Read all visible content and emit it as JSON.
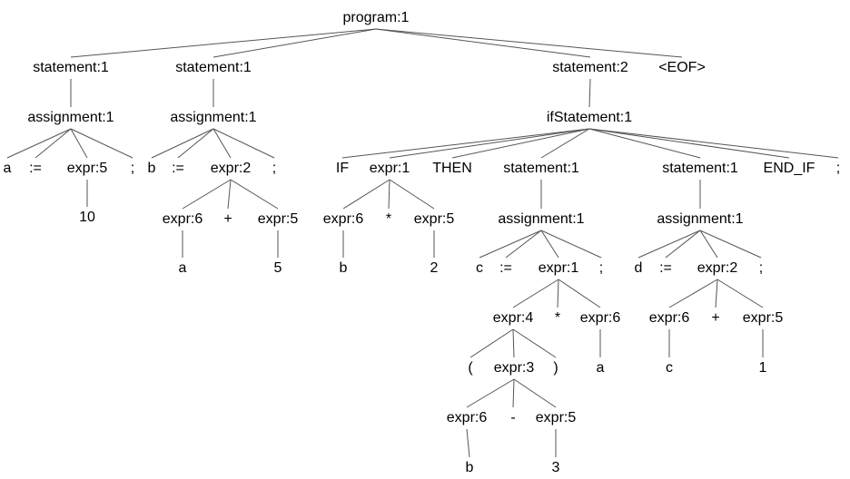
{
  "diagram": {
    "type": "parse-tree",
    "colors": {
      "text": "#000000",
      "edge": "#555555",
      "background": "#ffffff"
    },
    "nodes": [
      {
        "id": "n0",
        "label": "program:1",
        "parent": null
      },
      {
        "id": "n1",
        "label": "statement:1",
        "parent": "n0"
      },
      {
        "id": "n2",
        "label": "statement:1",
        "parent": "n0"
      },
      {
        "id": "n3",
        "label": "statement:2",
        "parent": "n0"
      },
      {
        "id": "n4",
        "label": "<EOF>",
        "parent": "n0"
      },
      {
        "id": "n5",
        "label": "assignment:1",
        "parent": "n1"
      },
      {
        "id": "n6",
        "label": "a",
        "parent": "n5"
      },
      {
        "id": "n7",
        "label": ":=",
        "parent": "n5"
      },
      {
        "id": "n8",
        "label": "expr:5",
        "parent": "n5"
      },
      {
        "id": "n9",
        "label": ";",
        "parent": "n5"
      },
      {
        "id": "n10",
        "label": "10",
        "parent": "n8"
      },
      {
        "id": "n11",
        "label": "assignment:1",
        "parent": "n2"
      },
      {
        "id": "n12",
        "label": "b",
        "parent": "n11"
      },
      {
        "id": "n13",
        "label": ":=",
        "parent": "n11"
      },
      {
        "id": "n14",
        "label": "expr:2",
        "parent": "n11"
      },
      {
        "id": "n15",
        "label": ";",
        "parent": "n11"
      },
      {
        "id": "n16",
        "label": "expr:6",
        "parent": "n14"
      },
      {
        "id": "n17",
        "label": "+",
        "parent": "n14"
      },
      {
        "id": "n18",
        "label": "expr:5",
        "parent": "n14"
      },
      {
        "id": "n19",
        "label": "a",
        "parent": "n16"
      },
      {
        "id": "n20",
        "label": "5",
        "parent": "n18"
      },
      {
        "id": "n21",
        "label": "ifStatement:1",
        "parent": "n3"
      },
      {
        "id": "n22",
        "label": "IF",
        "parent": "n21"
      },
      {
        "id": "n23",
        "label": "expr:1",
        "parent": "n21"
      },
      {
        "id": "n24",
        "label": "THEN",
        "parent": "n21"
      },
      {
        "id": "n25",
        "label": "statement:1",
        "parent": "n21"
      },
      {
        "id": "n26",
        "label": "statement:1",
        "parent": "n21"
      },
      {
        "id": "n27",
        "label": "END_IF",
        "parent": "n21"
      },
      {
        "id": "n28",
        "label": ";",
        "parent": "n21"
      },
      {
        "id": "n29",
        "label": "expr:6",
        "parent": "n23"
      },
      {
        "id": "n30",
        "label": "*",
        "parent": "n23"
      },
      {
        "id": "n31",
        "label": "expr:5",
        "parent": "n23"
      },
      {
        "id": "n32",
        "label": "b",
        "parent": "n29"
      },
      {
        "id": "n33",
        "label": "2",
        "parent": "n31"
      },
      {
        "id": "n34",
        "label": "assignment:1",
        "parent": "n25"
      },
      {
        "id": "n35",
        "label": "c",
        "parent": "n34"
      },
      {
        "id": "n36",
        "label": ":=",
        "parent": "n34"
      },
      {
        "id": "n37",
        "label": "expr:1",
        "parent": "n34"
      },
      {
        "id": "n38",
        "label": ";",
        "parent": "n34"
      },
      {
        "id": "n39",
        "label": "expr:4",
        "parent": "n37"
      },
      {
        "id": "n40",
        "label": "*",
        "parent": "n37"
      },
      {
        "id": "n41",
        "label": "expr:6",
        "parent": "n37"
      },
      {
        "id": "n42",
        "label": "(",
        "parent": "n39"
      },
      {
        "id": "n43",
        "label": "expr:3",
        "parent": "n39"
      },
      {
        "id": "n44",
        "label": ")",
        "parent": "n39"
      },
      {
        "id": "n45",
        "label": "expr:6",
        "parent": "n43"
      },
      {
        "id": "n46",
        "label": "-",
        "parent": "n43"
      },
      {
        "id": "n47",
        "label": "expr:5",
        "parent": "n43"
      },
      {
        "id": "n48",
        "label": "b",
        "parent": "n45"
      },
      {
        "id": "n49",
        "label": "3",
        "parent": "n47"
      },
      {
        "id": "n50",
        "label": "a",
        "parent": "n41"
      },
      {
        "id": "n51",
        "label": "assignment:1",
        "parent": "n26"
      },
      {
        "id": "n52",
        "label": "d",
        "parent": "n51"
      },
      {
        "id": "n53",
        "label": ":=",
        "parent": "n51"
      },
      {
        "id": "n54",
        "label": "expr:2",
        "parent": "n51"
      },
      {
        "id": "n55",
        "label": ";",
        "parent": "n51"
      },
      {
        "id": "n56",
        "label": "expr:6",
        "parent": "n54"
      },
      {
        "id": "n57",
        "label": "+",
        "parent": "n54"
      },
      {
        "id": "n58",
        "label": "expr:5",
        "parent": "n54"
      },
      {
        "id": "n59",
        "label": "c",
        "parent": "n56"
      },
      {
        "id": "n60",
        "label": "1",
        "parent": "n58"
      }
    ]
  }
}
